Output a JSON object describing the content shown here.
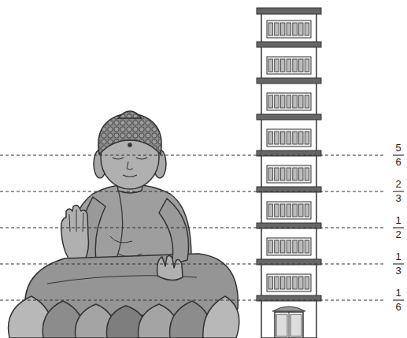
{
  "diagram": {
    "labels": [
      "5",
      "6",
      "2",
      "3",
      "1",
      "2",
      "1",
      "3",
      "1",
      "6"
    ]
  }
}
